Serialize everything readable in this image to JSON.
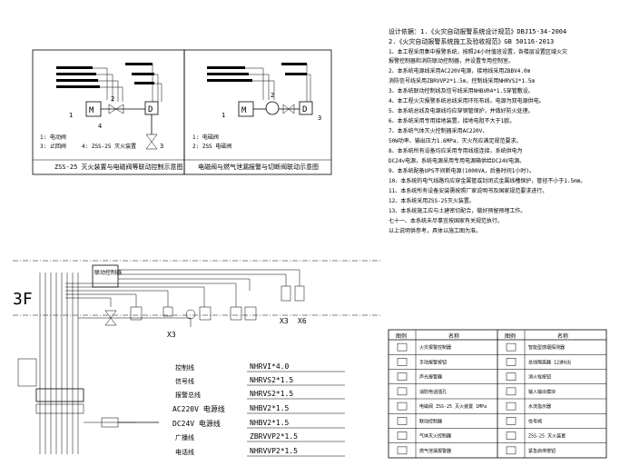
{
  "diagram_left": {
    "caption": "ZSS-25 灭火装置与电磁阀等联动控制示意图",
    "legend_items": [
      "1: 电动阀",
      "4: ZSS-25 灭火装置",
      "3: 止回阀"
    ],
    "numbers": [
      "1",
      "2",
      "3",
      "4"
    ]
  },
  "diagram_right": {
    "caption": "电磁阀与燃气泄漏报警与切断阀联动示意图",
    "legend_items": [
      "1: 电磁阀",
      "2: ZSS 电磁阀"
    ],
    "numbers": [
      "1",
      "2",
      "3"
    ]
  },
  "floor_diagram": {
    "floor_label": "3F",
    "panel_label": "联动控制器",
    "x_labels": [
      "X3",
      "X6",
      "X3"
    ]
  },
  "cable_legend": [
    {
      "type": "控制线",
      "spec": "NHRVI*4.0"
    },
    {
      "type": "信号线",
      "spec": "NHRVS2*1.5"
    },
    {
      "type": "报警总线",
      "spec": "NHRVS2*1.5"
    },
    {
      "type": "AC220V 电源线",
      "spec": "NHBV2*1.5"
    },
    {
      "type": "DC24V 电源线",
      "spec": "NHBV2*1.5"
    },
    {
      "type": "广播线",
      "spec": "ZBRVVP2*1.5"
    },
    {
      "type": "电话线",
      "spec": "NHRVVP2*1.5"
    }
  ],
  "notes": [
    "设计依据：1.《火灾自动报警系统设计规范》DBJ15-34-2004",
    "2.《火灾自动报警系统施工及验收规范》GB 50116-2013",
    "1、本工程采用集中报警系统，按照24小时值班设置，各楼层设置区域火灾",
    "报警控制器和消防联动控制器，并设置专用控制室。",
    "2、本系统电源线采用AC220V电源，接地线采用ZBBV4.0m",
    "消防信号线采用ZBRVVP2*1.5m，控制线采用NHRVS2*1.5m",
    "3、本系统联动控制线及信号线采用NHBVR4*1.5穿管敷设。",
    "4、本工程火灾报警系统总线采用环形布线，电源为双电源供电。",
    "5、本系统总线及电源线均应穿钢管保护，并做好防火处理。",
    "6、本系统采用专用接地装置，接地电阻不大于1欧。",
    "7、本系统气体灭火控制器采用AC220V，",
    "50W功率、输出压力1.6MPa，灭火剂应满足规范要求。",
    "8、本系统所有设备均应采用专用线缆连接，系统供电为",
    "DC24v电源，系统电源采用专用电源箱供给DC24V电源。",
    "9、本系统配备UPS不间断电源(1000VA，后备时间1小时)。",
    "10、本系统的电气线路均应穿金属管或封闭式金属线槽保护，管径不小于1.5mm。",
    "11、本系统所有设备安装需按照厂家说明书及国家规范要求进行。",
    "12、本系统采用ZSS-25灭火装置。",
    "13、本系统施工应与土建密切配合，做好预留预埋工作。",
    "七十一、本系统未尽事宜按国家有关规范执行。",
    "以上说明供参考，具体以施工图为准。"
  ],
  "symbol_table": {
    "headers": [
      "图例",
      "名称",
      "图例",
      "名称"
    ],
    "rows": [
      [
        "火灾报警控制器",
        "智能型感烟探测器"
      ],
      [
        "手动报警按钮",
        "总线隔离器 12进6出"
      ],
      [
        "声光报警器",
        "消火栓按钮"
      ],
      [
        "消防电话插孔",
        "输入输出模块"
      ],
      [
        "电磁阀 ZSS-25 灭火装置 1MPa",
        "水流指示器"
      ],
      [
        "联动控制器",
        "信号阀"
      ],
      [
        "气体灭火控制器",
        "ZSS-25 灭火装置"
      ],
      [
        "燃气泄漏报警器",
        "紧急启停按钮"
      ]
    ]
  }
}
